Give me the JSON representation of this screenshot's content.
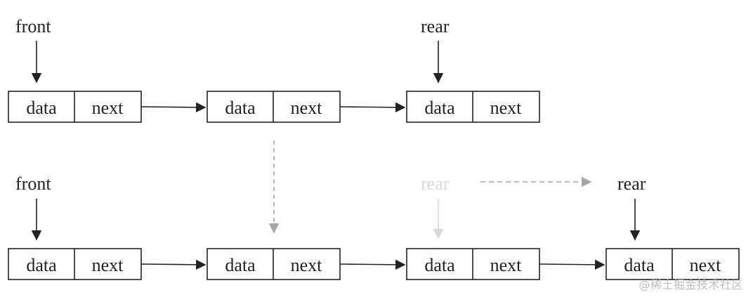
{
  "labels": {
    "front": "front",
    "rear": "rear",
    "data": "data",
    "next": "next"
  },
  "colors": {
    "stroke": "#222222",
    "text": "#222222",
    "dashed_arrow": "#a6a6a6",
    "faded": "#d8d8d8"
  },
  "top_row": {
    "nodes": [
      {
        "data": "data",
        "next": "next"
      },
      {
        "data": "data",
        "next": "next"
      },
      {
        "data": "data",
        "next": "next"
      }
    ],
    "front_label": "front",
    "rear_label": "rear"
  },
  "bottom_row": {
    "nodes": [
      {
        "data": "data",
        "next": "next"
      },
      {
        "data": "data",
        "next": "next"
      },
      {
        "data": "data",
        "next": "next"
      },
      {
        "data": "data",
        "next": "next"
      }
    ],
    "front_label": "front",
    "old_rear_label": "rear",
    "new_rear_label": "rear"
  },
  "watermark": "@稀土掘金技术社区"
}
